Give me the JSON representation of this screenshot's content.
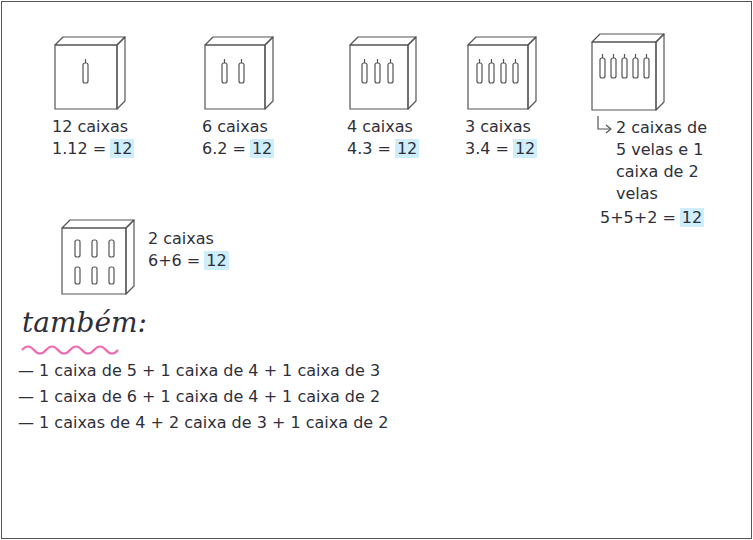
{
  "diagram": {
    "labels": [
      "12 caixas",
      "1.12 =",
      "12",
      "6 caixas",
      "6.2 =",
      "12",
      "4 caixas",
      "4.3 =",
      "12",
      "3 caixas",
      "3.4 =",
      "12",
      "2 caixas de 5 velas e 1 caixa de 2 velas",
      "5+5+2 =",
      "12",
      "2 caixas",
      "6+6 =",
      "12",
      "também:",
      "— 1 caixa de 5 + 1 caixa de 4 + 1 caixa de 3",
      "— 1 caixa de 6 + 1 caixa de 4 + 1 caixa de 2",
      "— 1 caixas de 4 + 2 caixa de 3 + 1 caixa de 2"
    ]
  }
}
